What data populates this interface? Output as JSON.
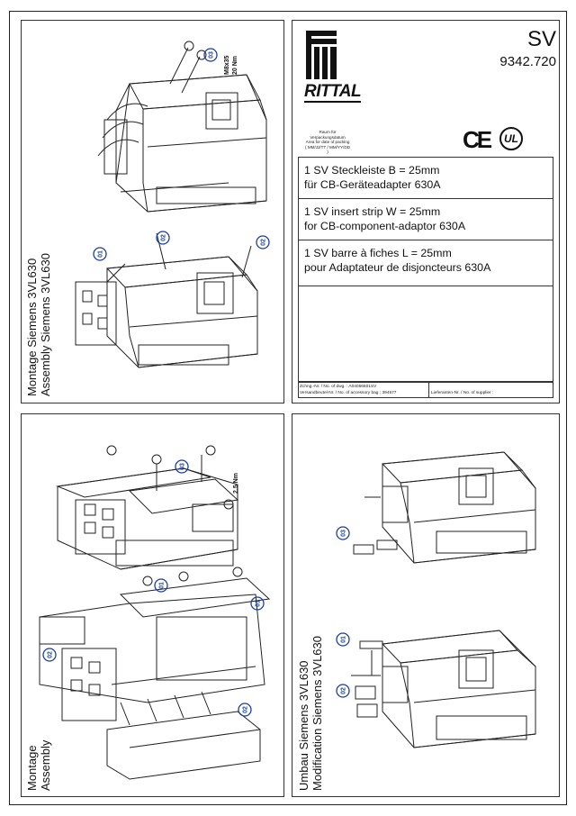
{
  "header": {
    "brand": "RITTAL",
    "product_code": "SV",
    "product_number": "9342.720",
    "space_note": [
      "Raum für Verpackungsdatum",
      "Area for date of packing",
      "( MM/JJ/TT / MM/YY/DD )"
    ],
    "ce_mark": "CE",
    "ul_mark": "UL"
  },
  "descriptions": [
    {
      "line1": "1 SV Steckleiste B = 25mm",
      "line2": "für CB-Geräteadapter 630A"
    },
    {
      "line1": "1 SV insert strip W = 25mm",
      "line2": "for CB-component-adaptor 630A"
    },
    {
      "line1": "1 SV barre à fiches L = 25mm",
      "line2": "pour Adaptateur de disjoncteurs 630A"
    }
  ],
  "footer": {
    "drawing_no": "Zchng.-Nr. / No. of dwg. : A04056601SV",
    "accessory_bag": "Versandbeutel-Nr. / No. of accessory bag : 394577",
    "supplier": "Lieferanten-Nr. / No. of supplier :"
  },
  "panels": {
    "top_left": {
      "title_de": "Montage Siemens 3VL630",
      "title_en": "Assembly Siemens 3VL630",
      "spec_bolt": "M8x35",
      "spec_torque": "20 Nm",
      "callouts": [
        "03",
        "01",
        "02",
        "02"
      ]
    },
    "bottom_left": {
      "title_de": "Montage",
      "title_en": "Assembly",
      "torque": "2.5 Nm",
      "callouts": [
        "03",
        "01",
        "01",
        "02",
        "02"
      ]
    },
    "bottom_right": {
      "title_de": "Umbau Siemens 3VL630",
      "title_en": "Modification Siemens 3VL630",
      "callouts": [
        "03",
        "01",
        "02"
      ]
    }
  }
}
